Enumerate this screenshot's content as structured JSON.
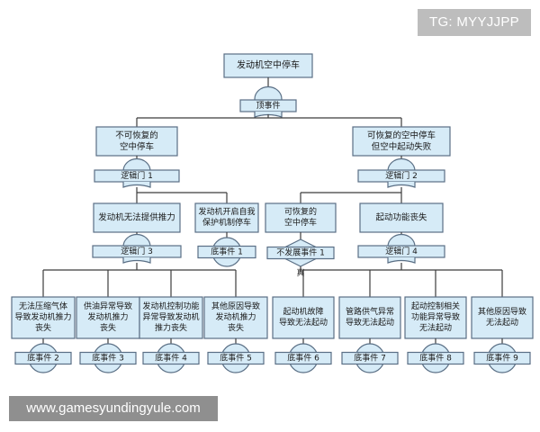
{
  "watermarks": {
    "top_right": "TG: MYYJJPP",
    "bottom_left": "www.gamesyundingyule.com"
  },
  "colors": {
    "box_fill": "#d6ebf7",
    "box_stroke": "#5a6f85",
    "line": "#3c3c3c",
    "text": "#1a1a1a"
  },
  "tree": {
    "top": {
      "label": [
        "发动机空中停车"
      ],
      "gate": "顶事件"
    },
    "l2a": {
      "label": [
        "不可恢复的",
        "空中停车"
      ],
      "gate": "逻辑门 1"
    },
    "l2b": {
      "label": [
        "可恢复的空中停车",
        "但空中起动失败"
      ],
      "gate": "逻辑门 2"
    },
    "l3a": {
      "label": [
        "发动机无法提供推力"
      ],
      "gate": "逻辑门 3"
    },
    "l3b": {
      "label": [
        "发动机开启自我",
        "保护机制停车"
      ],
      "gate": "底事件 1"
    },
    "l3c": {
      "label": [
        "可恢复的",
        "空中停车"
      ],
      "gate": "不发展事件 1",
      "true_label": "真"
    },
    "l3d": {
      "label": [
        "起动功能丧失"
      ],
      "gate": "逻辑门 4"
    },
    "leaves_left": [
      {
        "label": [
          "无法压缩气体",
          "导致发动机推力",
          "丧失"
        ],
        "gate": "底事件 2"
      },
      {
        "label": [
          "供油异常导致",
          "发动机推力",
          "丧失"
        ],
        "gate": "底事件 3"
      },
      {
        "label": [
          "发动机控制功能",
          "异常导致发动机",
          "推力丧失"
        ],
        "gate": "底事件 4"
      },
      {
        "label": [
          "其他原因导致",
          "发动机推力",
          "丧失"
        ],
        "gate": "底事件 5"
      }
    ],
    "leaves_right": [
      {
        "label": [
          "起动机故障",
          "导致无法起动"
        ],
        "gate": "底事件 6"
      },
      {
        "label": [
          "管路供气异常",
          "导致无法起动"
        ],
        "gate": "底事件 7"
      },
      {
        "label": [
          "起动控制相关",
          "功能异常导致",
          "无法起动"
        ],
        "gate": "底事件 8"
      },
      {
        "label": [
          "其他原因导致",
          "无法起动"
        ],
        "gate": "底事件 9"
      }
    ]
  }
}
